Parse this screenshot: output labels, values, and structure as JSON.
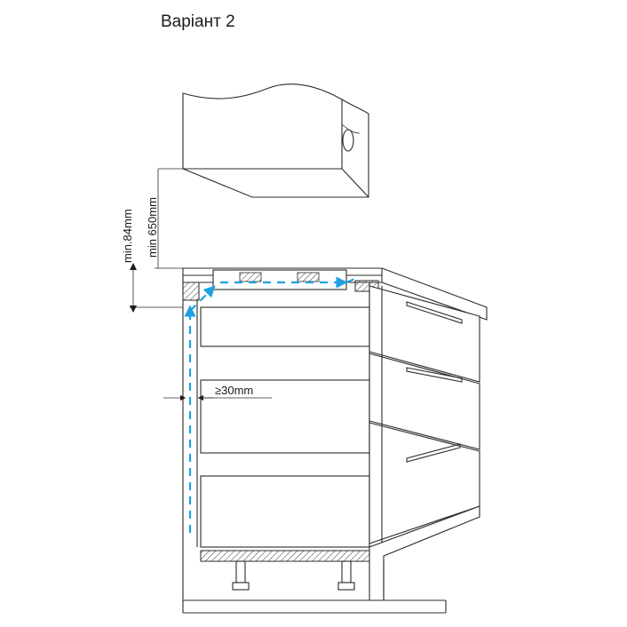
{
  "title": "Варіант 2",
  "dimensions": {
    "hood_clearance": "min 650mm",
    "cutout_depth": "min.84mm",
    "rear_gap": "≥30mm"
  },
  "colors": {
    "airflow": "#1ea1e0",
    "outline": "#2b2b2b",
    "hatch": "#555555"
  }
}
